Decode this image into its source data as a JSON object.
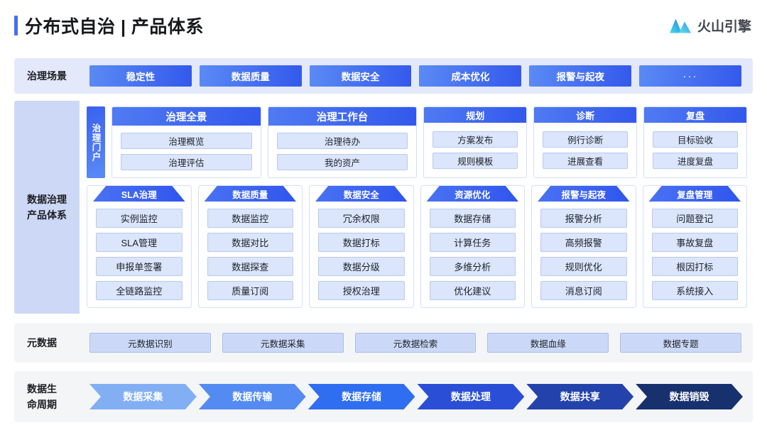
{
  "header": {
    "title": "分布式自治 | 产品体系",
    "accent_color": "#4a6df0",
    "brand": {
      "name": "火山引擎",
      "logo_icon": "volcano-mountain-icon",
      "logo_colors": [
        "#3de0e0",
        "#2f7cf6"
      ]
    }
  },
  "sections": {
    "scene": {
      "label": "治理场景",
      "background": "#e3e8fb",
      "chip_gradient": [
        "#5b8bf5",
        "#3358ec"
      ],
      "items": [
        {
          "label": "稳定性"
        },
        {
          "label": "数据质量"
        },
        {
          "label": "数据安全"
        },
        {
          "label": "成本优化"
        },
        {
          "label": "报警与起夜"
        },
        {
          "label": "···"
        }
      ]
    },
    "product": {
      "label_line1": "数据治理",
      "label_line2": "产品体系",
      "label_background": "#ccd8f5",
      "portal_tab": "治理门户",
      "portal_cards": [
        {
          "title": "治理全景",
          "wide": true,
          "items": [
            "治理概览",
            "治理评估"
          ]
        },
        {
          "title": "治理工作台",
          "wide": true,
          "items": [
            "治理待办",
            "我的资产"
          ]
        },
        {
          "title": "规划",
          "wide": false,
          "items": [
            "方案发布",
            "规则模板"
          ]
        },
        {
          "title": "诊断",
          "wide": false,
          "items": [
            "例行诊断",
            "进展查看"
          ]
        },
        {
          "title": "复盘",
          "wide": false,
          "items": [
            "目标验收",
            "进度复盘"
          ]
        }
      ],
      "product_cards": [
        {
          "title": "SLA治理",
          "items": [
            "实例监控",
            "SLA管理",
            "申报单签署",
            "全链路监控"
          ]
        },
        {
          "title": "数据质量",
          "items": [
            "数据监控",
            "数据对比",
            "数据探查",
            "质量订阅"
          ]
        },
        {
          "title": "数据安全",
          "items": [
            "冗余权限",
            "数据打标",
            "数据分级",
            "授权治理"
          ]
        },
        {
          "title": "资源优化",
          "items": [
            "数据存储",
            "计算任务",
            "多维分析",
            "优化建议"
          ]
        },
        {
          "title": "报警与起夜",
          "items": [
            "报警分析",
            "高频报警",
            "规则优化",
            "消息订阅"
          ]
        },
        {
          "title": "复盘管理",
          "items": [
            "问题登记",
            "事故复盘",
            "根因打标",
            "系统接入"
          ]
        }
      ]
    },
    "metadata": {
      "label": "元数据",
      "background": "#f4f5f7",
      "items": [
        {
          "label": "元数据识别"
        },
        {
          "label": "元数据采集"
        },
        {
          "label": "元数据检索"
        },
        {
          "label": "数据血缘"
        },
        {
          "label": "数据专题"
        }
      ]
    },
    "lifecycle": {
      "label_line1": "数据生",
      "label_line2": "命周期",
      "background": "#f4f5f7",
      "stages": [
        {
          "label": "数据采集",
          "color": "#82aef4"
        },
        {
          "label": "数据传输",
          "color": "#548bf3"
        },
        {
          "label": "数据存储",
          "color": "#2f6ef0"
        },
        {
          "label": "数据处理",
          "color": "#2a4fd6"
        },
        {
          "label": "数据共享",
          "color": "#2442ab"
        },
        {
          "label": "数据销毁",
          "color": "#17306e"
        }
      ]
    }
  }
}
